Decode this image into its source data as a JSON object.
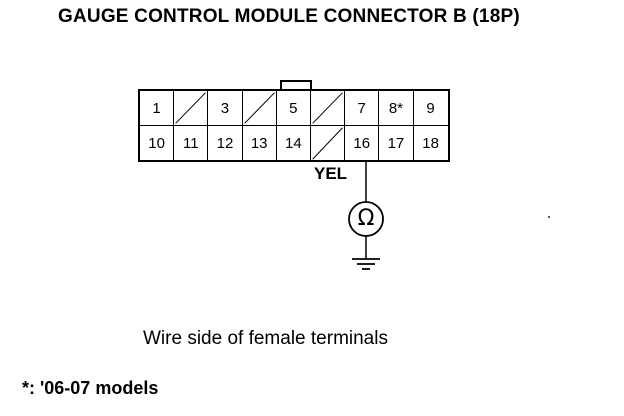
{
  "title": "GAUGE CONTROL MODULE CONNECTOR B (18P)",
  "connector": {
    "row1": [
      "1",
      "",
      "3",
      "",
      "5",
      "",
      "7",
      "8*",
      "9"
    ],
    "row2": [
      "10",
      "11",
      "12",
      "13",
      "14",
      "",
      "16",
      "17",
      "18"
    ]
  },
  "wire_label": "YEL",
  "meter_symbol": "Ω",
  "caption": "Wire side of female terminals",
  "footnote": "*: '06-07 models"
}
